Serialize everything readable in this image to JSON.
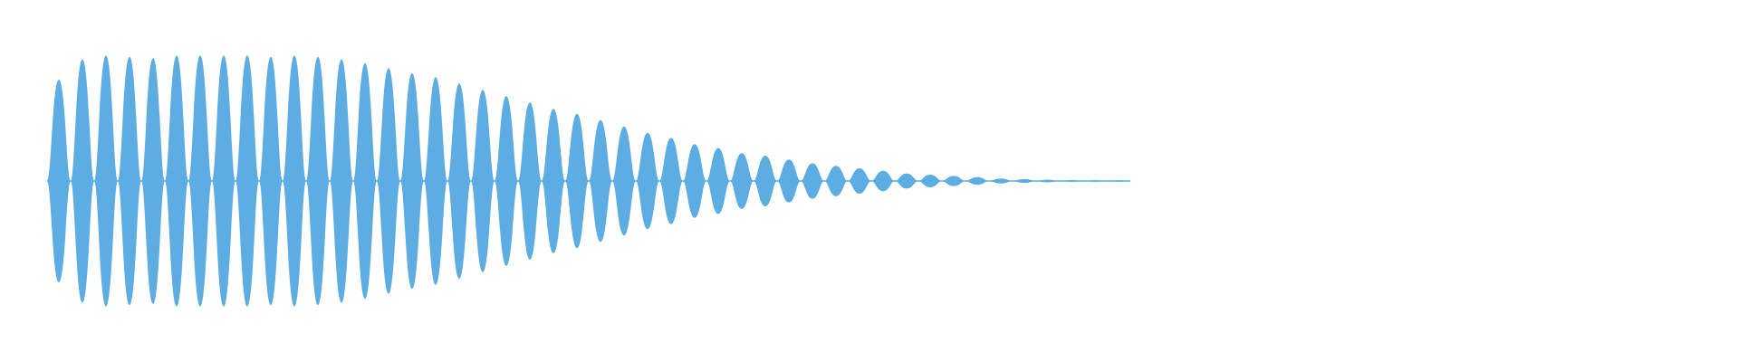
{
  "waveform": {
    "fill_color": "#5dade2",
    "background_color": "#ffffff",
    "lobe_amplitudes": [
      0.8,
      0.96,
      0.99,
      0.98,
      0.97,
      0.99,
      0.99,
      0.99,
      0.99,
      0.98,
      0.99,
      0.98,
      0.96,
      0.93,
      0.89,
      0.85,
      0.82,
      0.77,
      0.72,
      0.67,
      0.62,
      0.57,
      0.53,
      0.48,
      0.43,
      0.38,
      0.34,
      0.29,
      0.26,
      0.22,
      0.2,
      0.17,
      0.14,
      0.12,
      0.1,
      0.08,
      0.06,
      0.05,
      0.04,
      0.03,
      0.02,
      0.015,
      0.01,
      0.006,
      0.003,
      0.001
    ]
  }
}
